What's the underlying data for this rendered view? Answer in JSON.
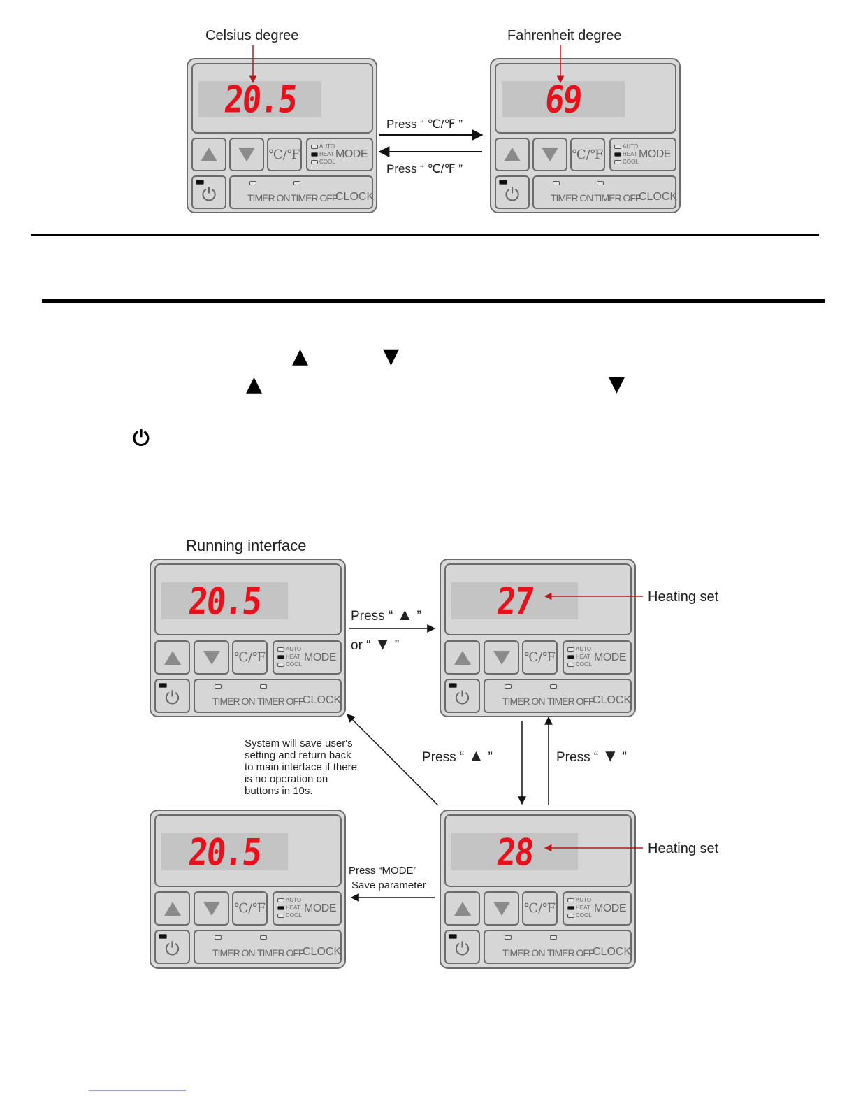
{
  "captions": {
    "celsius": "Celsius degree",
    "fahrenheit": "Fahrenheit degree",
    "running": "Running interface",
    "heating_set_1": "Heating set",
    "heating_set_2": "Heating set"
  },
  "arrows": {
    "press_cf_1": "Press “ ℃/℉ ”",
    "press_cf_2": "Press “ ℃/℉ ”",
    "press_up_or_down_a": "Press “",
    "press_up_or_down_close_a": "”",
    "or_text": "or “",
    "or_close": "”",
    "press_up_a": "Press “",
    "press_up_close": "”",
    "press_down_a": "Press “",
    "press_down_close": "”",
    "press_mode": "Press “MODE”",
    "save_parameter": "Save parameter",
    "note": [
      "System will save user's",
      "setting and return back",
      "to main interface if there",
      "is no operation on",
      "buttons in 10s."
    ]
  },
  "panel_labels": {
    "cf": "℃/℉",
    "mode": "MODE",
    "auto": "AUTO",
    "heat": "HEAT",
    "cool": "COOL",
    "timer_on": "TIMER ON",
    "timer_off": "TIMER OFF",
    "clock": "CLOCK",
    "power": "⏻"
  },
  "panels": [
    {
      "id": "celsius",
      "display": "20.5"
    },
    {
      "id": "fahrenheit",
      "display": "69"
    },
    {
      "id": "running",
      "display": "20.5"
    },
    {
      "id": "heat-27",
      "display": "27"
    },
    {
      "id": "saved",
      "display": "20.5"
    },
    {
      "id": "heat-28",
      "display": "28"
    }
  ],
  "symbols": {
    "up": "▲",
    "down": "▼",
    "power": "⏻"
  }
}
